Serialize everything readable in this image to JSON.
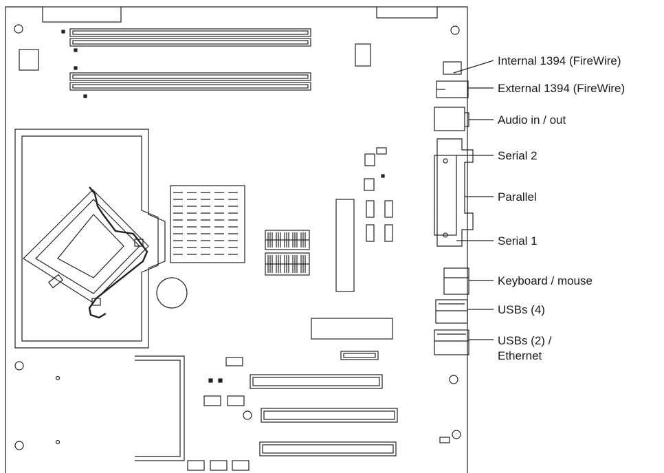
{
  "connector_labels": {
    "internal_1394": "Internal 1394 (FireWire)",
    "external_1394": "External 1394 (FireWire)",
    "audio": "Audio in / out",
    "serial_2": "Serial 2",
    "parallel": "Parallel",
    "serial_1": "Serial 1",
    "keyboard_mouse": "Keyboard / mouse",
    "usbs_4": "USBs (4)",
    "usbs_2_line1": "USBs (2) /",
    "usbs_2_line2": "Ethernet"
  },
  "colors": {
    "line": "#231f20",
    "background": "#ffffff"
  }
}
